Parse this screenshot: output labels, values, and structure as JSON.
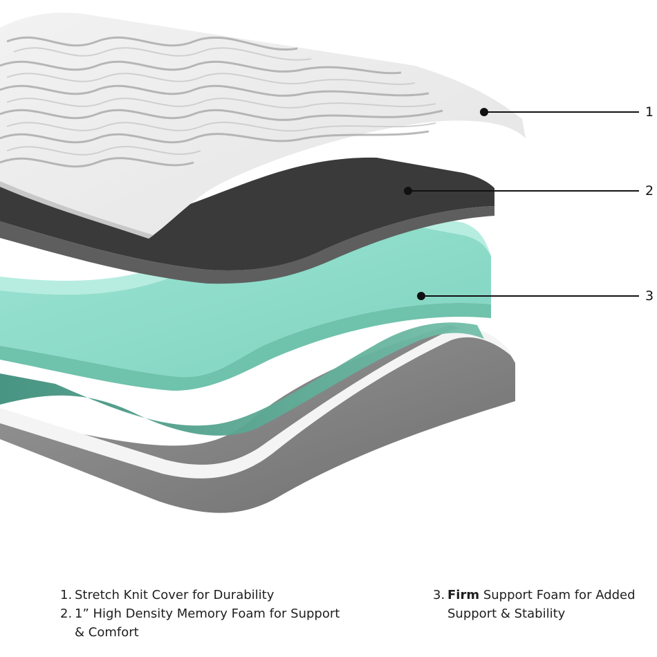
{
  "callouts": [
    "1",
    "2",
    "3"
  ],
  "legend": {
    "item1": {
      "index": "1.",
      "text": "Stretch Knit Cover for Durability"
    },
    "item2": {
      "index": "2.",
      "text_line1": "1” High Density Memory Foam for Support",
      "text_line2": "& Comfort"
    },
    "item3": {
      "index": "3.",
      "bold": "Firm",
      "text_line1": " Support Foam for Added",
      "text_line2": "Support & Stability"
    }
  }
}
